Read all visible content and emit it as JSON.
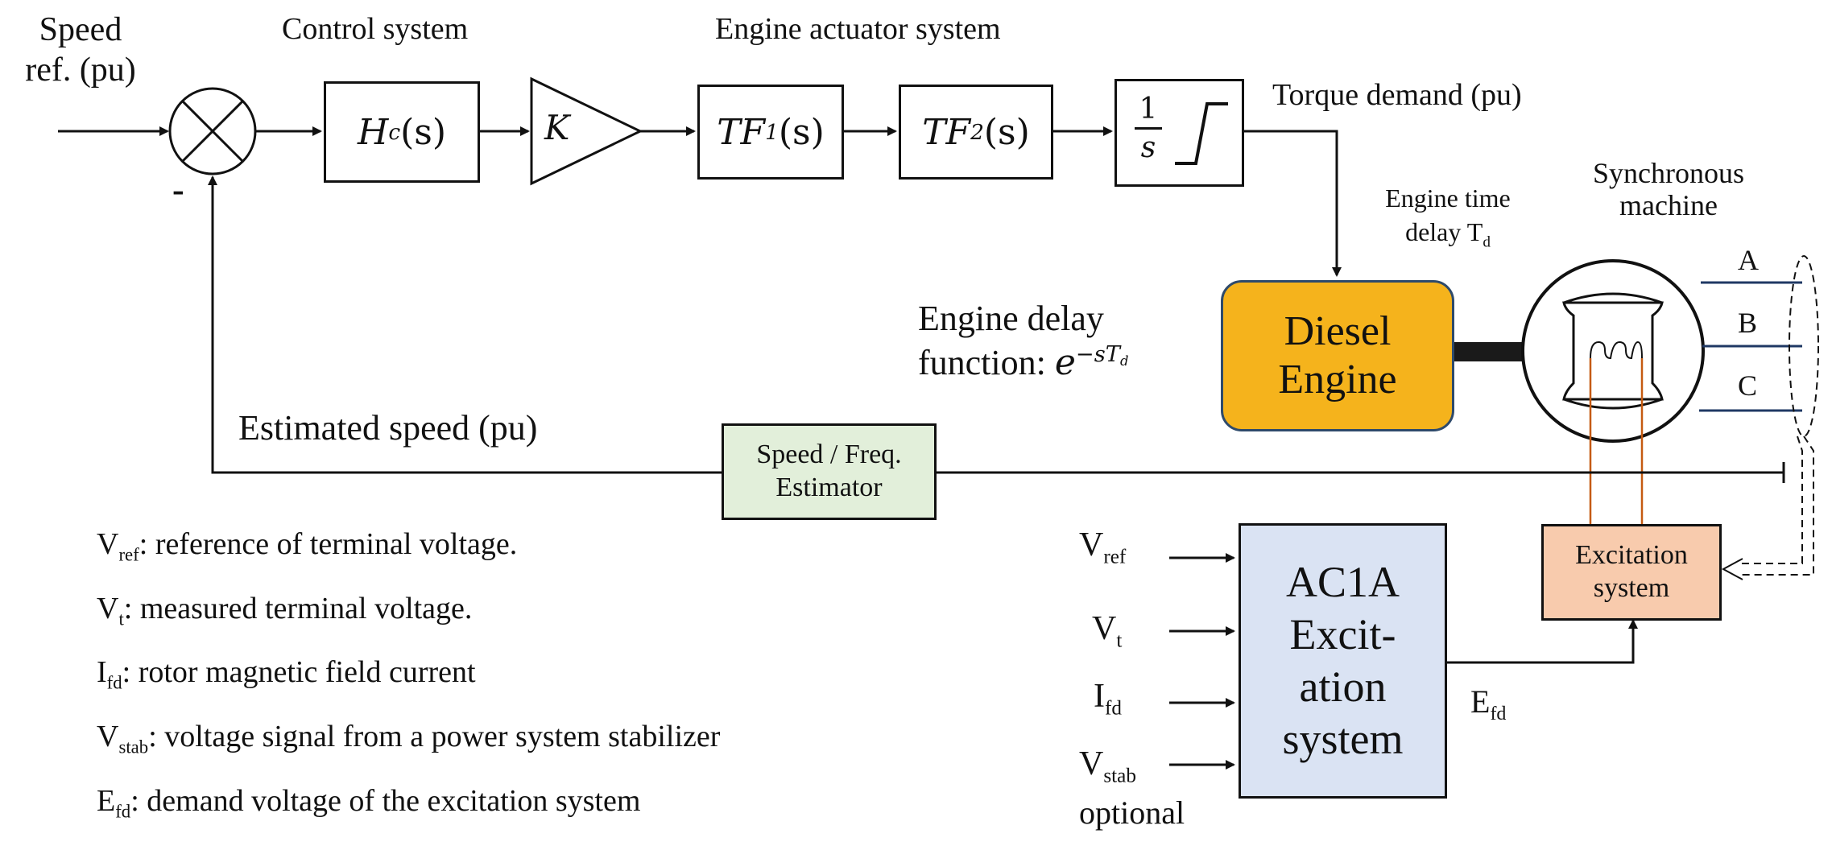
{
  "labels": {
    "speed_ref": "Speed\nref. (pu)",
    "control_system": "Control system",
    "engine_actuator_system": "Engine actuator system",
    "torque_demand": "Torque demand (pu)",
    "engine_time_delay": "Engine time\ndelay T",
    "engine_time_delay_sub": "d",
    "synchronous_machine": "Synchronous\nmachine",
    "engine_delay_function": "Engine delay\nfunction:",
    "estimated_speed": "Estimated  speed (pu)",
    "minus_sign": "-",
    "phase_a": "A",
    "phase_b": "B",
    "phase_c": "C",
    "efd_output": "E",
    "efd_output_sub": "fd"
  },
  "blocks": {
    "hc": "H",
    "hc_sub": "c",
    "hc_arg": "(s)",
    "k": "K",
    "tf1": "TF",
    "tf1_sub": "1",
    "tf1_arg": "(s)",
    "tf2": "TF",
    "tf2_sub": "2",
    "tf2_arg": "(s)",
    "integrator_num": "1",
    "integrator_den": "s",
    "diesel_engine": "Diesel\nEngine",
    "speed_estimator": "Speed / Freq.\nEstimator",
    "ac1a": "AC1A\nExcit-\nation\nsystem",
    "excitation_system": "Excitation\nsystem"
  },
  "delay_function": {
    "base": "e",
    "exponent": "−sT",
    "exponent_sub": "d"
  },
  "ac1a_inputs": [
    {
      "main": "V",
      "sub": "ref",
      "note": ""
    },
    {
      "main": "V",
      "sub": "t",
      "note": ""
    },
    {
      "main": "I",
      "sub": "fd",
      "note": ""
    },
    {
      "main": "V",
      "sub": "stab",
      "note": "optional"
    }
  ],
  "legend": [
    {
      "main": "V",
      "sub": "ref",
      "text": ": reference  of terminal voltage."
    },
    {
      "main": "V",
      "sub": "t",
      "text": ": measured terminal voltage."
    },
    {
      "main": "I",
      "sub": "fd",
      "text": ": rotor magnetic field  current"
    },
    {
      "main": "V",
      "sub": "stab",
      "text": ": voltage signal from a power system stabilizer"
    },
    {
      "main": "E",
      "sub": "fd",
      "text": ": demand voltage of the excitation system"
    }
  ],
  "colors": {
    "diesel_fill": "#f5b31c",
    "estimator_fill": "#e2efda",
    "ac1a_fill": "#dae3f3",
    "excitation_fill": "#f8cbad",
    "field_wire": "#c55a11",
    "phase_lines": "#1f3864"
  }
}
